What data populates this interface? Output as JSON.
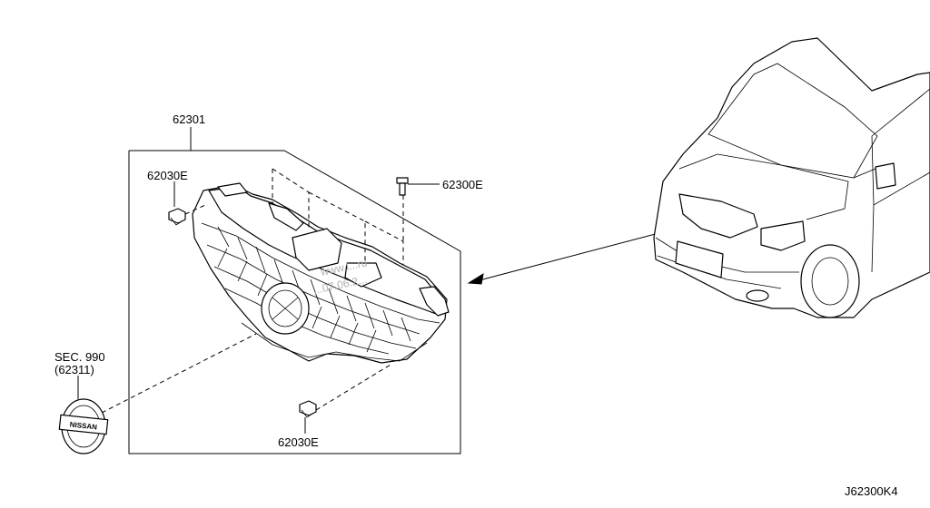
{
  "labels": {
    "grille_assembly": "62301",
    "clip_upper_left": "62030E",
    "clip_lower": "62030E",
    "fastener_upper_right": "62300E",
    "sec_reference": "SEC. 990",
    "emblem_part": "(62311)",
    "diagram_code": "J62300K4"
  },
  "emblem_text": "NISSAN",
  "watermark": {
    "line1": "www.l...ru",
    "line2": "...07.06.2..."
  }
}
